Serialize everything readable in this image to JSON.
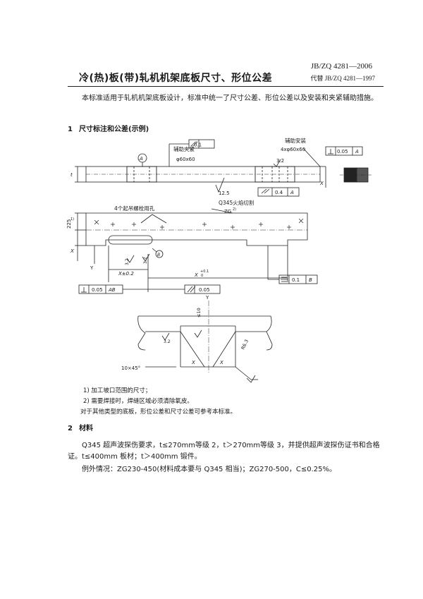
{
  "header": {
    "standard_number": "JB/ZQ 4281—2006",
    "replaces": "代替 JB/ZQ 4281—1997",
    "title": "冷(热)板(带)轧机机架底板尺寸、形位公差"
  },
  "intro": "本标准适用于轧机机架底板设计，标准中统一了尺寸公差、形位公差以及安装和夹紧辅助措施。",
  "section1": {
    "number": "1",
    "heading": "尺寸标注和公差(示例)"
  },
  "drawing": {
    "label_clamp": "辅助夹紧",
    "label_clamp_dim": "φ60x60",
    "label_install": "辅助安装",
    "label_install_dim": "4xφ60x60",
    "tol_flat_value": "0.1",
    "tol_perp_value": "0.05",
    "tol_perp_datum": "A",
    "tol_par_value": "0.4",
    "tol_par_datum": "A",
    "rough_12_5": "12.5",
    "rough_3_2": "3.2",
    "datum_a": "A",
    "datum_b": "B",
    "dim_t": "t",
    "dim_x": "X",
    "label_bolt_holes": "4个起吊螺栓用孔",
    "label_flame_cut": "Q345火焰切割",
    "label_zg": "ZG",
    "sup_2": "2)",
    "sup_1": "1)",
    "dim_225": "225",
    "label_y": "Y",
    "dim_x_tol": "X±0.2",
    "dim_x_plus": "X",
    "dim_x_plus_sup": "+0.1",
    "dim_x_plus_sub": "0",
    "fcf1_perp": "0.05",
    "fcf1_datum": "AB",
    "fcf2_par": "0.05",
    "fcf3_sym": "0.1",
    "fcf3_datum": "B",
    "detail_y": "Y",
    "detail_le10": "≤10",
    "detail_chamfer": "10×45°",
    "detail_r": "R6.3",
    "detail_x": "X"
  },
  "notes": [
    "1) 加工坡口范围的尺寸；",
    "2) 需要焊接时，焊缝区域必须清除氧皮。",
    "对于其他类型的底板，形位公差和尺寸公差可参考本标准。"
  ],
  "section2": {
    "number": "2",
    "heading": "材料",
    "para1": "Q345 超声波探伤要求，t≤270mm等级 2，t＞270mm等级 3，并提供超声波探伤证书和合格证。t≤400mm 板材；t＞400mm 锻件。",
    "para2": "例外情况：ZG230-450(材料成本要与 Q345 相当)；ZG270-500，C≤0.25%。"
  }
}
